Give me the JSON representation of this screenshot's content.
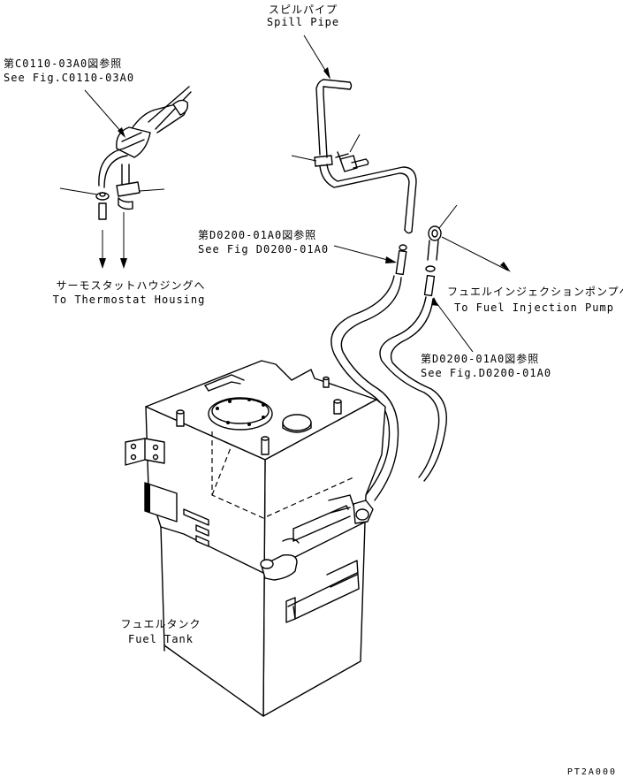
{
  "labels": {
    "spill_pipe_jp": "スピルパイプ",
    "spill_pipe_en": "Spill Pipe",
    "ref_c0110_jp": "第C0110-03A0図参照",
    "ref_c0110_en": "See Fig.C0110-03A0",
    "ref_d0200_a_jp": "第D0200-01A0図参照",
    "ref_d0200_a_en": "See Fig D0200-01A0",
    "thermostat_jp": "サーモスタットハウジングへ",
    "thermostat_en": "To Thermostat Housing",
    "injection_pump_jp": "フュエルインジェクションポンプへ",
    "injection_pump_en": "To Fuel Injection Pump",
    "ref_d0200_b_jp": "第D0200-01A0図参照",
    "ref_d0200_b_en": "See Fig.D0200-01A0",
    "fuel_tank_jp": "フュエルタンク",
    "fuel_tank_en": "Fuel Tank",
    "drawing_code": "PT2A000"
  }
}
